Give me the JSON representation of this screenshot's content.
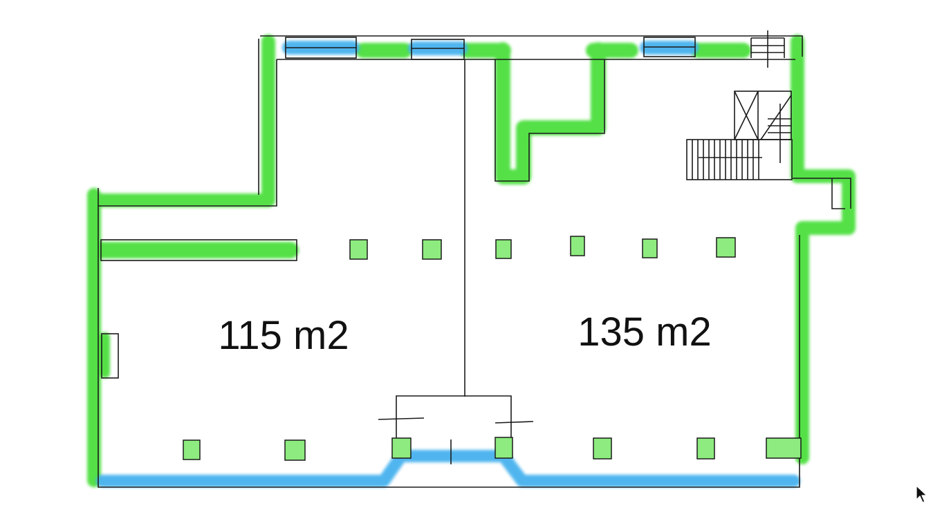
{
  "floor_plan": {
    "rooms": [
      {
        "id": "room-left",
        "area_label": "115 m2"
      },
      {
        "id": "room-right",
        "area_label": "135 m2"
      }
    ],
    "colors": {
      "wall_highlight": "#4cdf3c",
      "window_highlight": "#46b2ee",
      "line": "#1a1a1a",
      "label": "#111111"
    }
  },
  "cursor": {
    "icon": "mouse-pointer-icon"
  }
}
